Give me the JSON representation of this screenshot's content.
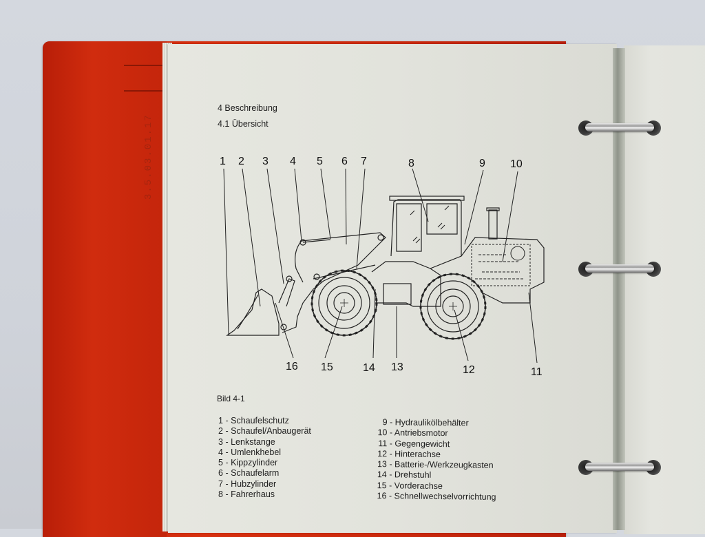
{
  "document": {
    "chapter_heading": "4 Beschreibung",
    "section_heading": "4.1 Übersicht",
    "figure_caption": "Bild 4-1",
    "figure_description": "Line drawing of a wheel loader, side view, with numbered callouts 1-16",
    "callouts_top": [
      "1",
      "2",
      "3",
      "4",
      "5",
      "6",
      "7",
      "8",
      "9",
      "10"
    ],
    "callouts_bottom": [
      "16",
      "15",
      "14",
      "13",
      "12",
      "11"
    ],
    "legend": {
      "left": [
        {
          "num": "1",
          "label": "Schaufelschutz"
        },
        {
          "num": "2",
          "label": "Schaufel/Anbaugerät"
        },
        {
          "num": "3",
          "label": "Lenkstange"
        },
        {
          "num": "4",
          "label": "Umlenkhebel"
        },
        {
          "num": "5",
          "label": "Kippzylinder"
        },
        {
          "num": "6",
          "label": "Schaufelarm"
        },
        {
          "num": "7",
          "label": "Hubzylinder"
        },
        {
          "num": "8",
          "label": "Fahrerhaus"
        }
      ],
      "right": [
        {
          "num": "9",
          "label": "Hydraulikölbehälter"
        },
        {
          "num": "10",
          "label": "Antriebsmotor"
        },
        {
          "num": "11",
          "label": "Gegengewicht"
        },
        {
          "num": "12",
          "label": "Hinterachse"
        },
        {
          "num": "13",
          "label": "Batterie-/Werkzeugkasten"
        },
        {
          "num": "14",
          "label": "Drehstuhl"
        },
        {
          "num": "15",
          "label": "Vorderachse"
        },
        {
          "num": "16",
          "label": "Schnellwechselvorrichtung"
        }
      ]
    }
  },
  "binder": {
    "cover_color": "#d02c0e",
    "cover_stamp": "3.5.03.01.17",
    "rings": 3
  }
}
